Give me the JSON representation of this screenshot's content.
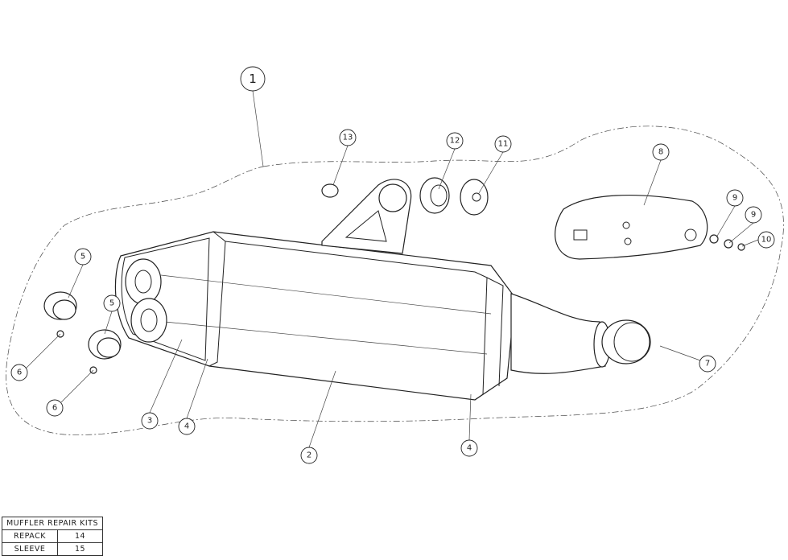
{
  "diagram": {
    "callouts": [
      "1",
      "2",
      "3",
      "4",
      "4",
      "5",
      "5",
      "6",
      "6",
      "7",
      "8",
      "9",
      "9",
      "10",
      "11",
      "12",
      "13"
    ]
  },
  "repair_table": {
    "title": "MUFFLER REPAIR KITS",
    "rows": [
      {
        "name": "REPACK",
        "part": "14"
      },
      {
        "name": "SLEEVE",
        "part": "15"
      }
    ]
  }
}
